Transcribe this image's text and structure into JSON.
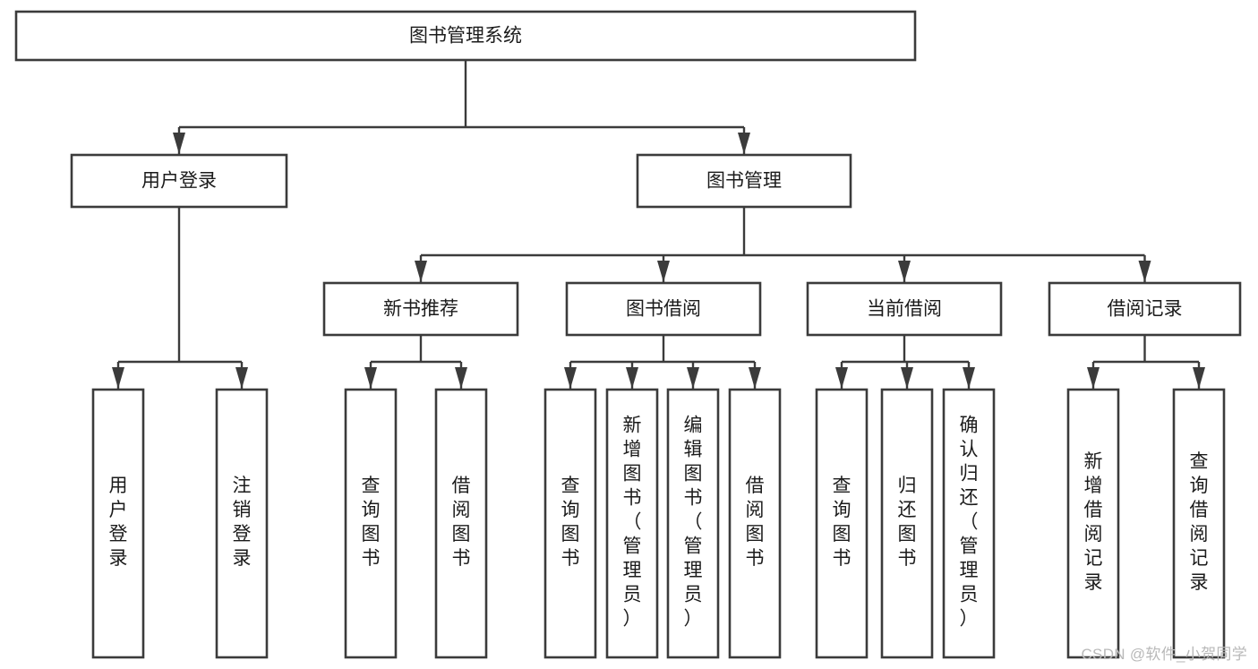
{
  "diagram": {
    "type": "hierarchy-tree",
    "title": "图书管理系统",
    "orientation": "top-down",
    "watermark": "CSDN @软件_小贺同学",
    "colors": {
      "background": "#ffffff",
      "box_fill": "#ffffff",
      "box_stroke": "#3b3b3b",
      "text": "#1b1b1b",
      "watermark": "#b9b9b9"
    },
    "levels": [
      {
        "level": 1,
        "nodes": [
          {
            "id": "root",
            "label": "图书管理系统",
            "orientation": "horizontal"
          }
        ]
      },
      {
        "level": 2,
        "nodes": [
          {
            "id": "login",
            "label": "用户登录",
            "orientation": "horizontal",
            "parent": "root"
          },
          {
            "id": "bookmgmt",
            "label": "图书管理",
            "orientation": "horizontal",
            "parent": "root"
          }
        ]
      },
      {
        "level": 3,
        "nodes": [
          {
            "id": "newbook",
            "label": "新书推荐",
            "orientation": "horizontal",
            "parent": "bookmgmt"
          },
          {
            "id": "borrow",
            "label": "图书借阅",
            "orientation": "horizontal",
            "parent": "bookmgmt"
          },
          {
            "id": "current",
            "label": "当前借阅",
            "orientation": "horizontal",
            "parent": "bookmgmt"
          },
          {
            "id": "records",
            "label": "借阅记录",
            "orientation": "horizontal",
            "parent": "bookmgmt"
          }
        ]
      },
      {
        "level": 4,
        "nodes": [
          {
            "id": "leaf1",
            "label": "用户登录",
            "orientation": "vertical",
            "parent": "login"
          },
          {
            "id": "leaf2",
            "label": "注销登录",
            "orientation": "vertical",
            "parent": "login"
          },
          {
            "id": "leaf3",
            "label": "查询图书",
            "orientation": "vertical",
            "parent": "newbook"
          },
          {
            "id": "leaf4",
            "label": "借阅图书",
            "orientation": "vertical",
            "parent": "newbook"
          },
          {
            "id": "leaf5",
            "label": "查询图书",
            "orientation": "vertical",
            "parent": "borrow"
          },
          {
            "id": "leaf6",
            "label": "新增图书（管理员）",
            "orientation": "vertical",
            "parent": "borrow"
          },
          {
            "id": "leaf7",
            "label": "编辑图书（管理员）",
            "orientation": "vertical",
            "parent": "borrow"
          },
          {
            "id": "leaf8",
            "label": "借阅图书",
            "orientation": "vertical",
            "parent": "borrow"
          },
          {
            "id": "leaf9",
            "label": "查询图书",
            "orientation": "vertical",
            "parent": "current"
          },
          {
            "id": "leaf10",
            "label": "归还图书",
            "orientation": "vertical",
            "parent": "current"
          },
          {
            "id": "leaf11",
            "label": "确认归还（管理员）",
            "orientation": "vertical",
            "parent": "current"
          },
          {
            "id": "leaf12",
            "label": "新增借阅记录",
            "orientation": "vertical",
            "parent": "records"
          },
          {
            "id": "leaf13",
            "label": "查询借阅记录",
            "orientation": "vertical",
            "parent": "records"
          }
        ]
      }
    ]
  }
}
